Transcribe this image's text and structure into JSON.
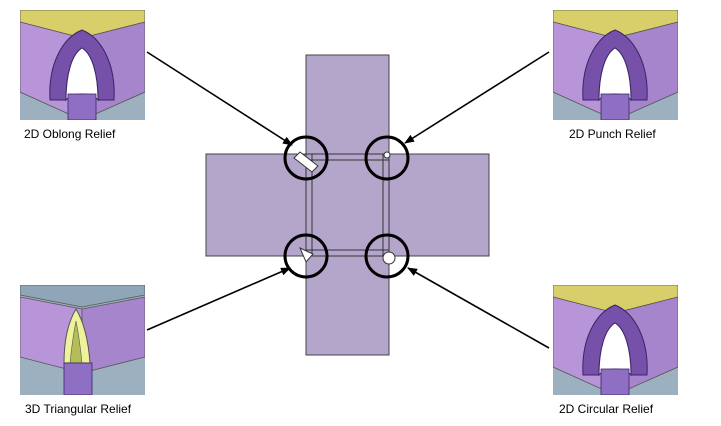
{
  "captions": {
    "top_left": "2D Oblong Relief",
    "top_right": "2D Punch Relief",
    "bottom_left": "3D Triangular Relief",
    "bottom_right": "2D Circular Relief"
  },
  "colors": {
    "panel": "#b4a5cb",
    "flange_face": "#9f7fc8",
    "flange_dark": "#7650a9",
    "top_face": "#d8cf6b",
    "base_face": "#9db0c0",
    "outline": "#000000",
    "triangular_fill": "#eef29a"
  },
  "icons": {
    "thumb_top_left": "oblong-relief-corner-icon",
    "thumb_top_right": "punch-relief-corner-icon",
    "thumb_bottom_left": "triangular-relief-corner-icon",
    "thumb_bottom_right": "circular-relief-corner-icon"
  }
}
